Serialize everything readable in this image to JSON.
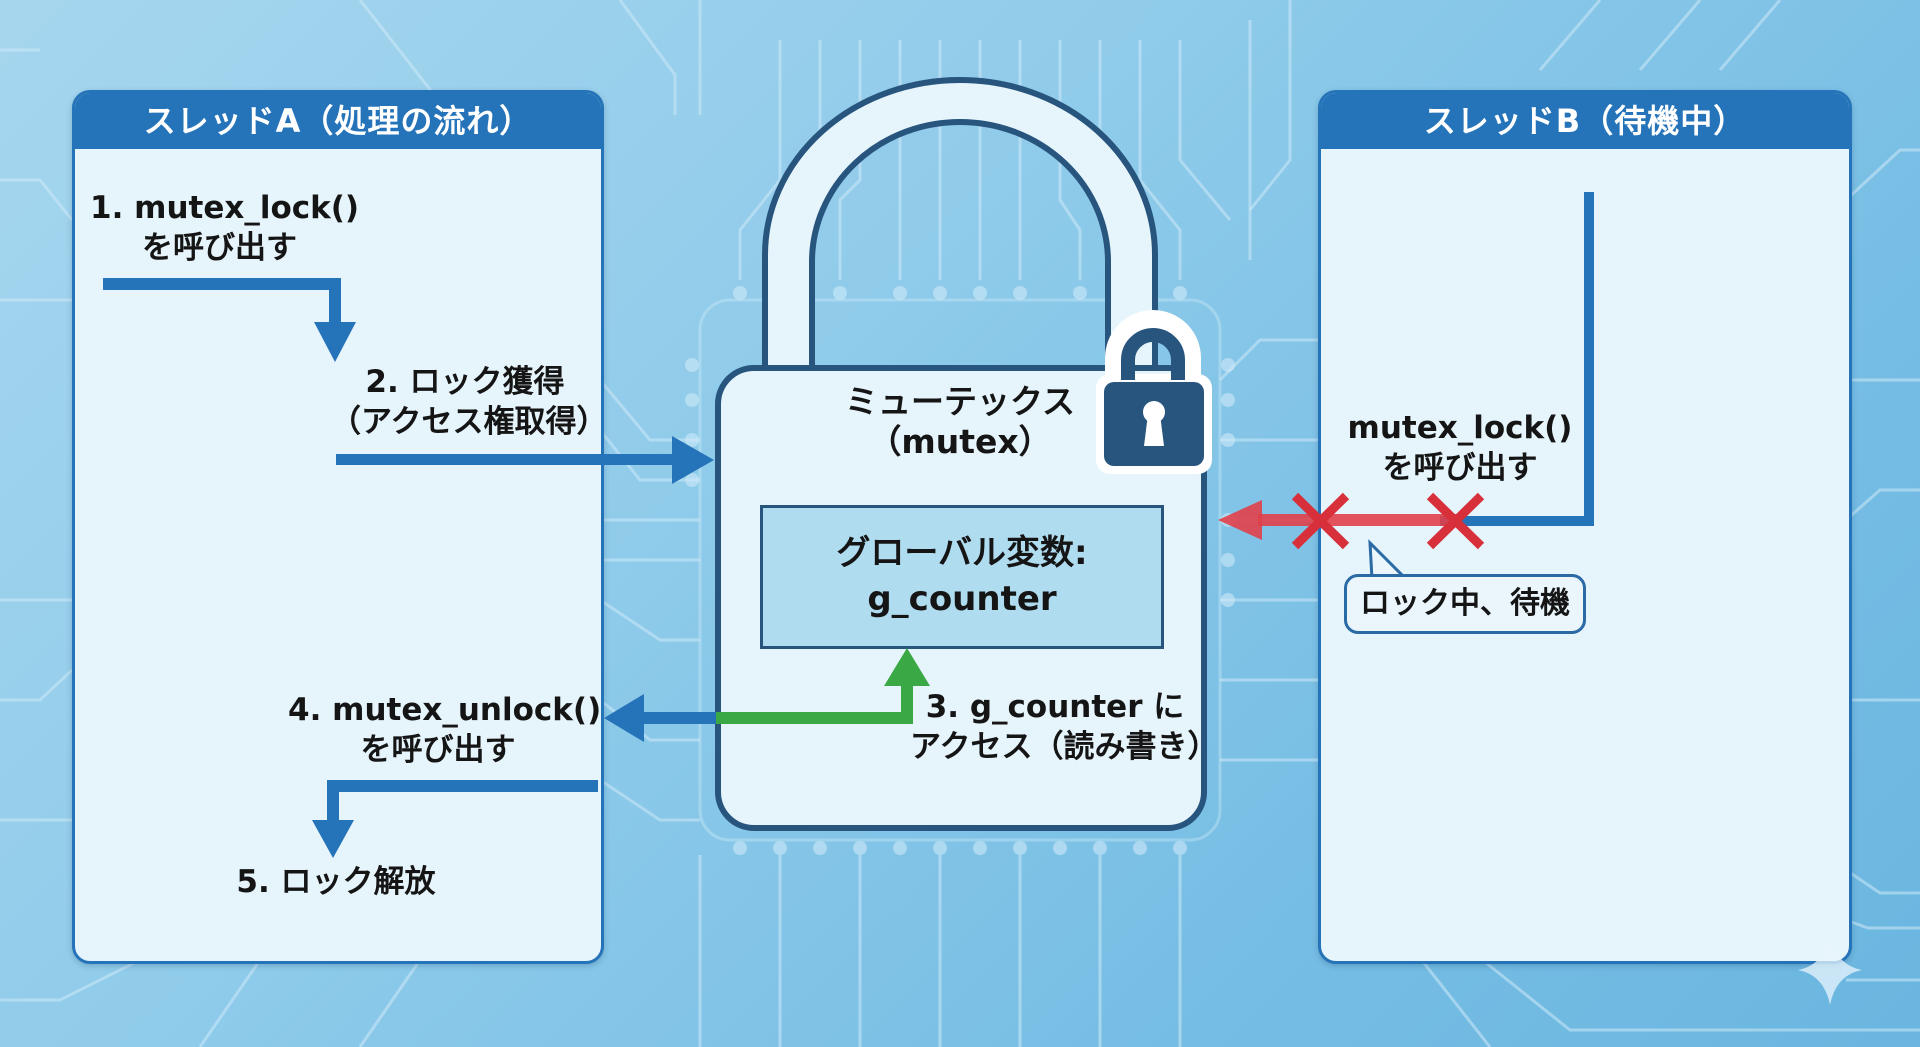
{
  "colors": {
    "panel_header": "#2573b8",
    "flow_arrow": "#2573b8",
    "access_arrow": "#3aa845",
    "blocked_arrow": "#e0404a",
    "lock_dark": "#27557e"
  },
  "thread_a": {
    "title": "スレッドA（処理の流れ）",
    "steps": [
      {
        "line1": "1. mutex_lock()",
        "line2": "を呼び出す"
      },
      {
        "line1": "2. ロック獲得",
        "line2": "（アクセス権取得）"
      },
      {
        "line1": "4. mutex_unlock()",
        "line2": "を呼び出す"
      },
      {
        "line1": "5. ロック解放"
      }
    ]
  },
  "mutex": {
    "title_line1": "ミューテックス",
    "title_line2": "（mutex）",
    "lock_icon": "padlock-icon",
    "variable_line1": "グローバル変数:",
    "variable_line2": "g_counter",
    "access_line1": "3. g_counter に",
    "access_line2": "アクセス（読み書き）"
  },
  "thread_b": {
    "title": "スレッドB（待機中）",
    "call_line1": "mutex_lock()",
    "call_line2": "を呼び出す",
    "blocked_icon": "cross-icon",
    "status_bubble": "ロック中、待機"
  },
  "decoration": {
    "sparkle_icon": "sparkle-icon"
  }
}
